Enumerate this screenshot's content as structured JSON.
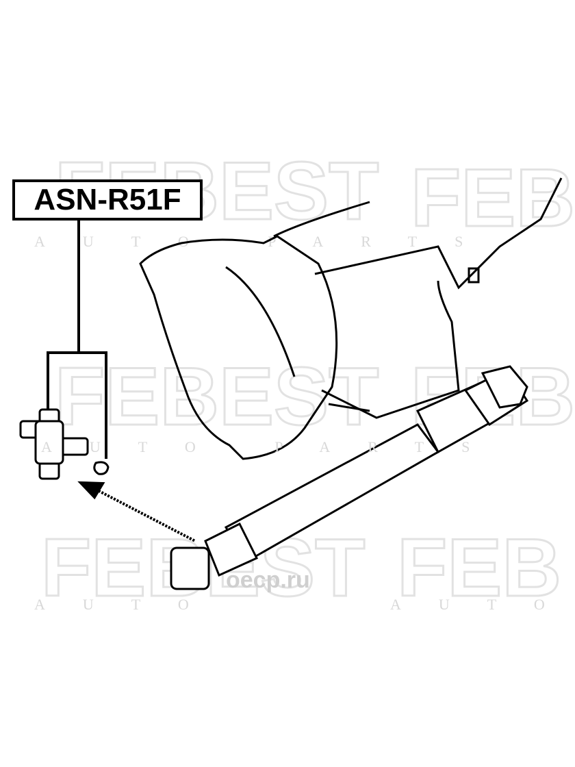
{
  "part_number": "ASN-R51F",
  "watermark": {
    "brand": "FEBEST",
    "subtitle": "A U T O   P A R T S",
    "site": "oecp.ru"
  },
  "parts": [
    "universal-joint",
    "retaining-clip",
    "propeller-shaft",
    "transmission"
  ],
  "colors": {
    "line": "#000000",
    "watermark": "#e2e2e2"
  }
}
